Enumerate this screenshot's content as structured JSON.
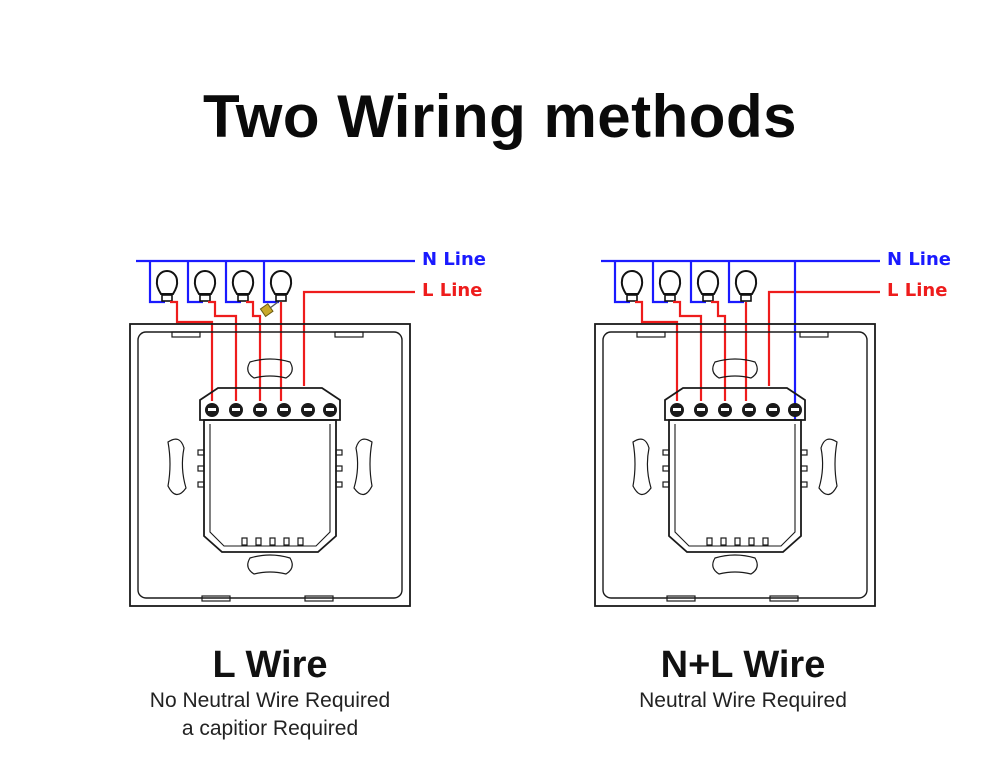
{
  "title": "Two Wiring methods",
  "colors": {
    "neutral": "#1a1aff",
    "live": "#ee1c1c",
    "capacitor": "#c8a82a",
    "outline": "#1a1a1a"
  },
  "diagrams": [
    {
      "id": "l-wire",
      "labels": {
        "n_line": "N Line",
        "l_line": "L Line"
      },
      "lamp_count": 4,
      "has_capacitor": true,
      "neutral_to_switch": false,
      "caption": {
        "title": "L Wire",
        "lines": [
          "No Neutral Wire Required",
          "a capitior Required"
        ]
      }
    },
    {
      "id": "nl-wire",
      "labels": {
        "n_line": "N Line",
        "l_line": "L Line"
      },
      "lamp_count": 4,
      "has_capacitor": false,
      "neutral_to_switch": true,
      "caption": {
        "title": "N+L Wire",
        "lines": [
          "Neutral Wire Required"
        ]
      }
    }
  ]
}
